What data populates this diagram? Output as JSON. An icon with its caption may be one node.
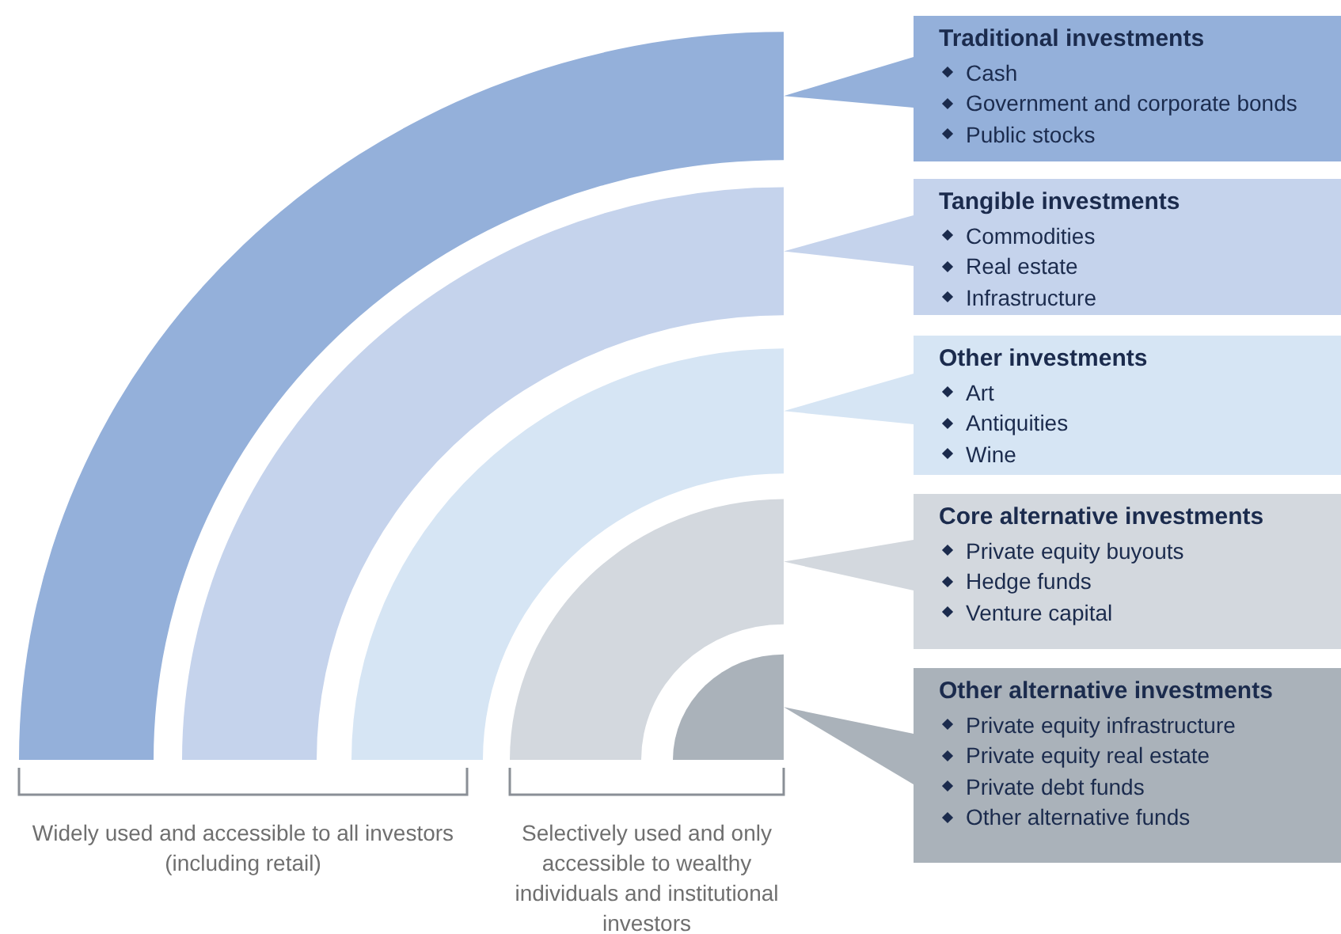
{
  "diagram": {
    "nodes": [
      {
        "text": [],
        "shape": "arc"
      },
      {
        "text": [],
        "shape": "arc"
      },
      {
        "text": [],
        "shape": "arc"
      },
      {
        "text": [],
        "shape": "arc"
      },
      {
        "text": [],
        "shape": "arc"
      },
      {
        "text": [
          "Traditional investments",
          "Cash",
          "Government and corporate bonds",
          "Public stocks"
        ]
      },
      {
        "text": [
          "Tangible investments",
          "Commodities",
          "Real estate",
          "Infrastructure"
        ]
      },
      {
        "text": [
          "Other investments",
          "Art",
          "Antiquities",
          "Wine"
        ]
      },
      {
        "text": [
          "Core alternative investments",
          "Private equity buyouts",
          "Hedge funds",
          "Venture capital"
        ]
      },
      {
        "text": [
          "Other alternative investments",
          "Private equity infrastructure",
          "Private equity real estate",
          "Private debt funds",
          "Other alternative funds"
        ]
      }
    ],
    "edges": [
      {
        "from": 5,
        "to": 0,
        "arrow": "to"
      },
      {
        "from": 6,
        "to": 1,
        "arrow": "to"
      },
      {
        "from": 7,
        "to": 2,
        "arrow": "to"
      },
      {
        "from": 8,
        "to": 3,
        "arrow": "to"
      },
      {
        "from": 9,
        "to": 4,
        "arrow": "to"
      }
    ],
    "labels": [
      "Widely used and accessible to all investors (including retail)",
      "Selectively used and only accessible to wealthy individuals and institutional investors"
    ]
  }
}
